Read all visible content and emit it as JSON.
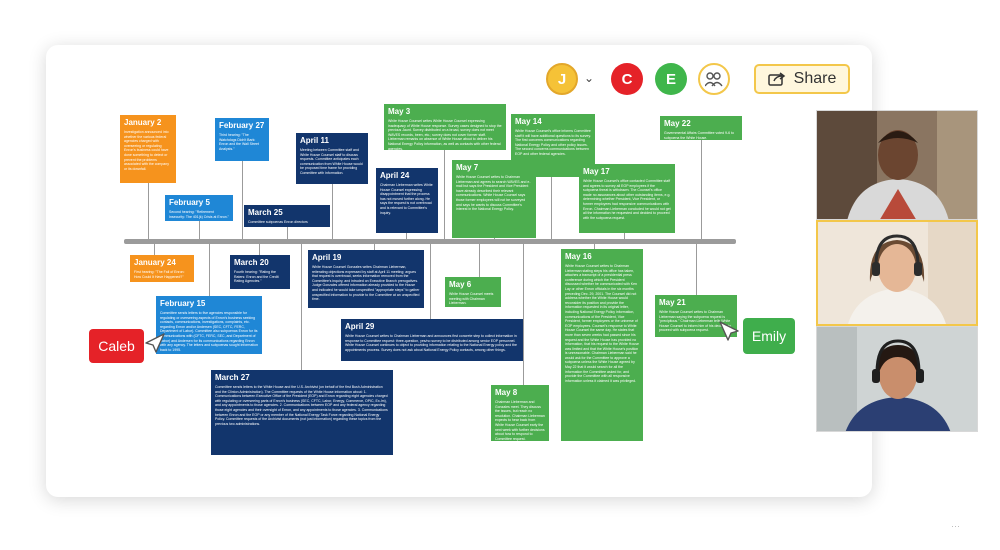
{
  "header": {
    "avatars": [
      {
        "letter": "J",
        "color": "#f5c237"
      },
      {
        "letter": "C",
        "color": "#e52228"
      },
      {
        "letter": "E",
        "color": "#3fb64b"
      }
    ],
    "share_label": "Share"
  },
  "cursors": {
    "caleb": {
      "name": "Caleb",
      "color": "#e52228"
    },
    "emily": {
      "name": "Emily",
      "color": "#3fae4c"
    }
  },
  "events": [
    {
      "date": "January 2",
      "text": "Investigation announced into whether the various federal agencies charged with overseeing or regulating Enron's business could have done something to detect or prevent the problems associated with the company or its downfall."
    },
    {
      "date": "February 27",
      "text": "Third hearing: \"The Watchdogs Didn't Bark: Enron and the Wall Street Analysts.\""
    },
    {
      "date": "February 5",
      "text": "Second hearing: \"Retirement Insecurity: The 401(k) Crisis at Enron.\""
    },
    {
      "date": "April 11",
      "text": "Meeting between Committee staff and White House Counsel staff to discuss requests. Committee anticipates each communication from White House would be proposed time frame for providing Committee with information."
    },
    {
      "date": "March 25",
      "text": "Committee subpoenas Enron directors"
    },
    {
      "date": "May 3",
      "text": "White House Counsel writes White House Counsel expressing inadequacy of White House response. Survey cases designed to stop the previous Jaunt. Survey distributed on a broad, survey does not meet WAVES records, been, etc.; survey does not cover former staff. Lieberman remarks on absence of White House about to deliver his National Energy Policy information, as well as contacts with other federal agencies."
    },
    {
      "date": "May 14",
      "text": "White House Counsel's office informs Committee staff it will have additional questions to its survey. The first concerns communications regarding National Energy Policy and other policy issues. The second concerns communications between EOP and other federal agencies."
    },
    {
      "date": "April 24",
      "text": "Chairman Lieberman writes White House Counsel expressing disappointment that the process has not moved further along. He says the request is not overbroad and is relevant to Committee's inquiry."
    },
    {
      "date": "May 7",
      "text": "White House Counsel writes to Chairman Lieberman and agrees to search WAVES and e-mail but says the President and Vice President have already described their relevant communications. White House Counsel says those former employees will not be surveyed and says he wants to discuss Committee's interest in the National Energy Policy."
    },
    {
      "date": "May 17",
      "text": "White House Counsel's office contacted Committee staff and agrees to survey all EOP employees if the subpoena threat is withdrawn. The Counsel's office made no assurances about other outstanding items, e.g. determining whether President, Vice President, or former employees had responsive communications with Enron. Chairman Lieberman concluded he would not get all the information he requested and decided to proceed with the subpoena request."
    },
    {
      "date": "May 22",
      "text": "Governmental Affairs Committee voted 9-6 to subpoena the White House."
    },
    {
      "date": "January 24",
      "text": "First hearing: \"The Fall of Enron: How Could It Have Happened?\""
    },
    {
      "date": "March 20",
      "text": "Fourth hearing: \"Rating the Raters: Enron and the Credit Rating Agencies.\""
    },
    {
      "date": "April 19",
      "text": "White House Counsel Gonzales writes Chairman Lieberman, reiterating objections expressed by staff at April 11 meeting; argues that request is overbroad, seeks information removed from the Committee's inquiry, and intruded on Executive Branch prerogatives. Judge Gonzales offered information already provided to the House and indicated he would take unspecified \"appropriate steps\" to gather unspecified information to provide to the Committee at an unspecified time."
    },
    {
      "date": "May 6",
      "text": "White House Counsel meets meeting with Chairman Lieberman."
    },
    {
      "date": "May 16",
      "text": "White House Counsel writes to Chairman Lieberman stating steps his office has taken, attaches a transcript of a presidential press conference during which the President discussed whether he communicated with Ken Lay or other Enron officials in the six months preceding Dec. 29, 2001. The Counsel did not address whether the White House would reconsider its position and provide the information requested in its original letter, including National Energy Policy information, communications of the President, Vice President, former employees or the universe of EOP employees. Counsel's response to White House Counsel the same day. He states that more than seven weeks had passed since his request and the White House has provided no information, that his request to the White House was limited and that the White House's position is unreasonable. Chairman Lieberman said he would ask for the Committee to approve a subpoena unless the White House agreed by May 22 that it would search for all the information the Committee asked for, and provide the Committee with all responsive information unless it claimed it was privileged."
    },
    {
      "date": "May 21",
      "text": "White House Counsel writes to Chairman Lieberman saying the subpoena request is \"precipitous.\" Chairman Lieberman tells White House Counsel to inform him of his decision to proceed with subpoena request."
    },
    {
      "date": "February 15",
      "text": "Committee sends letters to five agencies responsible for regulating or overseeing aspects of Enron's business seeking contacts, communications, investigations, complaints, etc. regarding Enron and/or Andersen (SEC, CFTC, FERC, Department of Labor). Committee also subpoenas Enron for its communications with (CFTC, FERC, SEC, and Department of Labor) and Andersen for its communications regarding Enron with any agency. The letters and subpoenas sought information back to 1995."
    },
    {
      "date": "April 29",
      "text": "White House Counsel writes to Chairman Lieberman and announces first concrete step to collect information in response to Committee request: three-question, yes/no survey to be distributed among senior EOP personnel. White House Counsel continues to object to providing information relating to the National Energy policy and the appointments process. Survey does not ask about National Energy Policy contacts, among other things."
    },
    {
      "date": "May 8",
      "text": "Chairman Lieberman and Gonzales meet. They discuss the issues, but reach no resolution. Chairman Lieberman expects to hear back from White House Counsel early the next week with further decisions about how to respond to Committee request."
    },
    {
      "date": "March 27",
      "text": "Committee sends letters to the White House and the U.S. Archivist (on behalf of the first Bush Administration and the Clinton Administration). The Committee requests of the White House information about: 1. Communications between Executive Office of the President (EOP) and Enron regarding eight agencies charged with regulating or overseeing parts of Enron's business (SEC, CFTC, Labor, Energy, Commerce, OPIC, Ex-Im), and any appointments to those agencies. 2. Communications between EOP and any federal agency regarding those eight agencies and their oversight of Enron, and any appointments to those agencies. 3. Communications between Enron and the EOP or any member of the National Energy Task Force regarding National Energy Policy. Committee requests of the Archivist documents (not just information) regarding these topics from the previous two administrations."
    }
  ]
}
